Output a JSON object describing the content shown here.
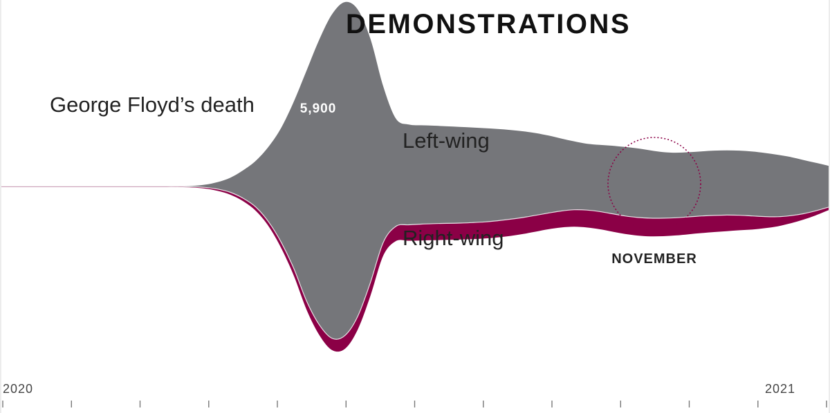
{
  "chart_data": {
    "type": "area",
    "subtype": "streamgraph",
    "title": "DEMONSTRATIONS",
    "x_axis": {
      "start_label": "2020",
      "end_label": "2021",
      "tick_count": 13
    },
    "x": [
      0,
      0.2,
      0.4,
      0.6,
      0.8,
      1.0,
      1.2,
      1.4,
      1.6,
      1.8,
      2.0,
      2.2,
      2.4,
      2.6,
      2.8,
      3.0,
      3.2,
      3.4,
      3.6,
      3.8,
      4.0,
      4.2,
      4.4,
      4.6,
      4.8,
      5.0,
      5.2,
      5.4,
      5.6,
      5.8,
      6.0,
      6.2,
      6.4,
      6.6,
      6.8,
      7.0,
      7.2,
      7.4,
      7.6,
      7.8,
      8.0,
      8.2,
      8.4,
      8.6,
      8.8,
      9.0,
      9.2,
      9.4,
      9.6,
      9.8,
      10.0,
      10.2,
      10.4,
      10.6,
      10.8,
      11.0,
      11.2,
      11.4,
      11.6,
      11.8,
      12.0,
      12.2,
      12.4,
      12.6,
      12.8,
      13.0
    ],
    "series": [
      {
        "name": "Left-wing",
        "color": "#75767a",
        "upper": [
          2,
          2,
          2,
          2,
          2,
          2,
          2,
          2,
          2,
          2,
          2,
          2,
          2,
          2,
          2,
          4,
          12,
          30,
          60,
          110,
          175,
          270,
          400,
          580,
          790,
          1000,
          1170,
          1250,
          1200,
          1000,
          680,
          460,
          420,
          415,
          412,
          408,
          404,
          400,
          395,
          390,
          383,
          374,
          362,
          345,
          325,
          306,
          290,
          282,
          276,
          268,
          258,
          245,
          233,
          229,
          232,
          238,
          243,
          245,
          243,
          237,
          227,
          215,
          200,
          180,
          160,
          140
        ],
        "lower": [
          0,
          0,
          0,
          0,
          0,
          0,
          0,
          0,
          0,
          0,
          0,
          0,
          0,
          0,
          0,
          -2,
          -6,
          -18,
          -40,
          -80,
          -140,
          -240,
          -380,
          -560,
          -780,
          -940,
          -1030,
          -1010,
          -880,
          -650,
          -380,
          -270,
          -260,
          -255,
          -252,
          -250,
          -248,
          -245,
          -240,
          -232,
          -222,
          -210,
          -195,
          -180,
          -166,
          -158,
          -160,
          -170,
          -185,
          -200,
          -210,
          -215,
          -215,
          -212,
          -206,
          -200,
          -196,
          -194,
          -195,
          -200,
          -204,
          -205,
          -198,
          -185,
          -165,
          -140
        ]
      },
      {
        "name": "Right-wing",
        "color": "#8b0046",
        "upper": [
          0,
          0,
          0,
          0,
          0,
          0,
          0,
          0,
          0,
          0,
          0,
          0,
          0,
          0,
          0,
          -2,
          -6,
          -18,
          -40,
          -80,
          -140,
          -240,
          -380,
          -560,
          -780,
          -940,
          -1030,
          -1010,
          -880,
          -650,
          -380,
          -270,
          -260,
          -255,
          -252,
          -250,
          -248,
          -245,
          -240,
          -232,
          -222,
          -210,
          -195,
          -180,
          -166,
          -158,
          -160,
          -170,
          -185,
          -200,
          -210,
          -215,
          -215,
          -212,
          -206,
          -200,
          -196,
          -194,
          -195,
          -200,
          -204,
          -205,
          -198,
          -185,
          -165,
          -140
        ],
        "lower": [
          -4,
          -4,
          -4,
          -4,
          -4,
          -4,
          -4,
          -4,
          -4,
          -4,
          -4,
          -4,
          -4,
          -4,
          -4,
          -7,
          -14,
          -30,
          -56,
          -100,
          -166,
          -270,
          -420,
          -610,
          -840,
          -1010,
          -1110,
          -1100,
          -970,
          -740,
          -470,
          -370,
          -368,
          -366,
          -364,
          -362,
          -360,
          -357,
          -352,
          -345,
          -335,
          -322,
          -306,
          -290,
          -278,
          -273,
          -278,
          -290,
          -306,
          -322,
          -333,
          -338,
          -337,
          -332,
          -324,
          -316,
          -309,
          -303,
          -297,
          -292,
          -283,
          -270,
          -250,
          -225,
          -195,
          -160
        ]
      }
    ],
    "annotations": {
      "event": "George Floyd’s death",
      "peak_value": "5,900",
      "left_label": "Left-wing",
      "right_label": "Right-wing",
      "highlight": "NOVEMBER"
    }
  }
}
